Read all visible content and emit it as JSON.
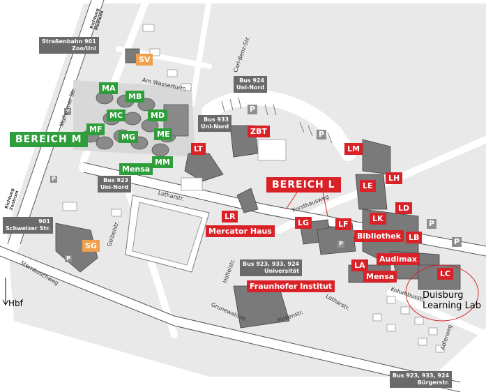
{
  "colors": {
    "green": "#2e9e3a",
    "red": "#d92228",
    "orange": "#f0a04b",
    "grey": "#6a6a6a",
    "building": "#8c8c8c",
    "road": "#ffffff",
    "ground": "#e8e8e8"
  },
  "areas": {
    "m": "BEREICH M",
    "l": "BEREICH L"
  },
  "green_buildings": [
    "MA",
    "MB",
    "MC",
    "MD",
    "ME",
    "MF",
    "MG",
    "MM",
    "Mensa"
  ],
  "red_buildings": [
    "ZBT",
    "LT",
    "LM",
    "LH",
    "LE",
    "LD",
    "LK",
    "LB",
    "LG",
    "LF",
    "Bibliothek",
    "Audimax",
    "LA",
    "Mensa",
    "LC",
    "LR",
    "Mercator Haus",
    "Fraunhofer Institut"
  ],
  "orange_buildings": [
    "SV",
    "SG"
  ],
  "transit": {
    "tram": "Straßenbahn 901\nZoo/Uni",
    "bus924": "Bus 924\nUni-Nord",
    "bus933": "Bus 933\nUni-Nord",
    "bus923": "Bus 923\nUni-Nord",
    "stop901": "901\nSchweizer Str.",
    "bus_uni": "Bus 923, 933, 924\nUniversität",
    "bus_buerger": "Bus 923, 933, 924\nBürgerstr."
  },
  "streets": {
    "muelheimer": "Mülheimer Str.",
    "am_wasserturm": "Am Wasserturm",
    "carl_benz": "Carl-Benz-Str.",
    "lotharstr1": "Lotharstr.",
    "forsthausweg": "Forsthausweg",
    "geibelstr": "Geibelstr.",
    "sternbuschweg": "Sternbuschweg",
    "holteistr": "Holteistr.",
    "grunewaldstr": "Grunewaldstr.",
    "finkenstr": "Finkenstr.",
    "lotharstr2": "Lotharstr.",
    "kolumbusstr": "Kolumbusstr.",
    "adlerweg": "Adlerweg"
  },
  "directions": {
    "muelheim": "Richtung\nMülheim",
    "zentrum": "Richtung\nZentrum"
  },
  "parking": "P",
  "annotations": {
    "hbf": "Hbf",
    "learning_lab": "Duisburg\nLearning Lab"
  }
}
